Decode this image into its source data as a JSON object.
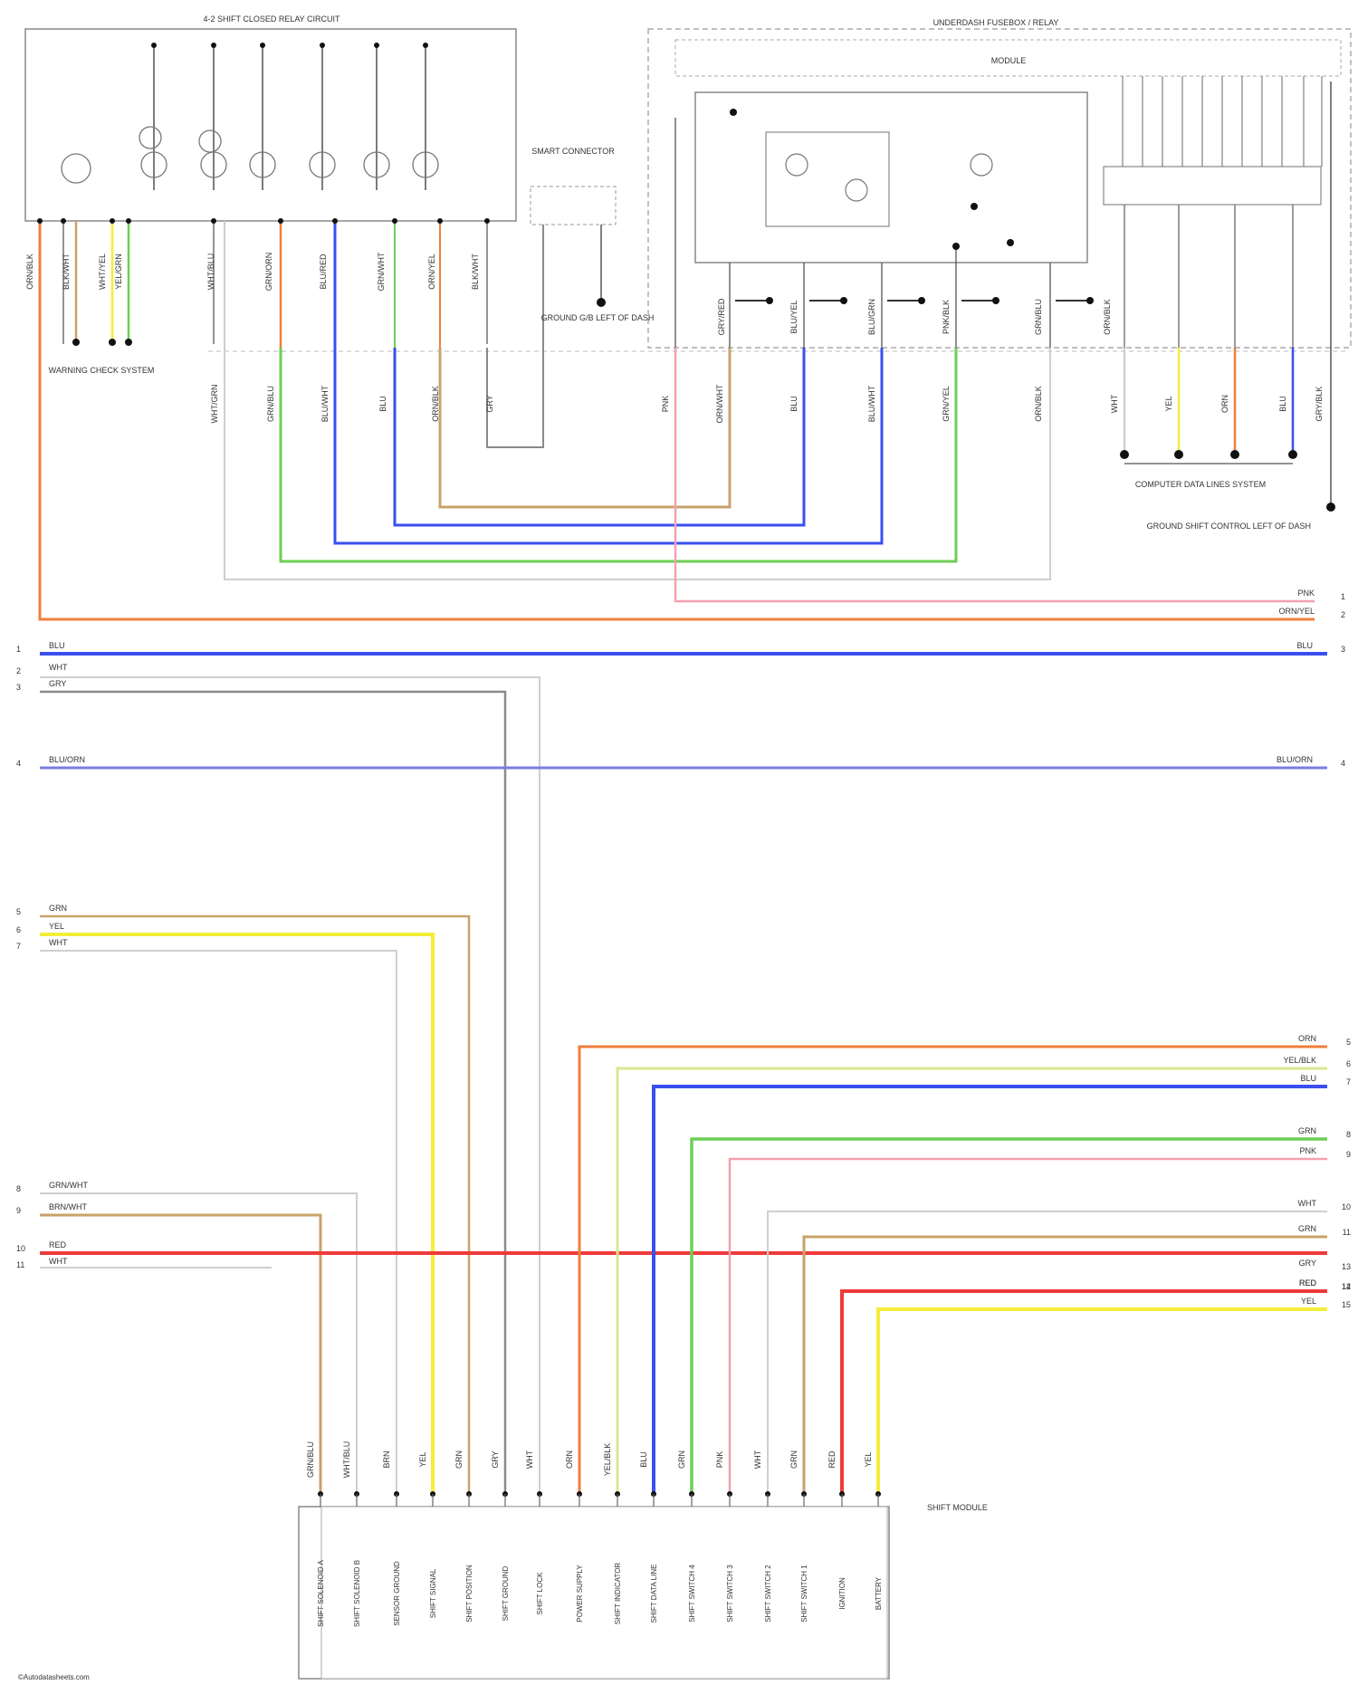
{
  "blocks": {
    "ip_left": "4-2 SHIFT CLOSED RELAY CIRCUIT",
    "ip_right": "UNDERDASH FUSEBOX / RELAY",
    "module_right": "MODULE",
    "smart_conn": "SMART CONNECTOR",
    "lower_module": "SHIFT MODULE"
  },
  "references": {
    "left_system": "WARNING CHECK SYSTEM",
    "smart_ground": "GROUND G/B LEFT OF DASH",
    "combo_system": "COMPUTER DATA LINES SYSTEM",
    "right_ground": "GROUND SHIFT CONTROL LEFT OF DASH"
  },
  "top_drops_left": {
    "labels": [
      "ORN/BLK",
      "BLK/WHT",
      "WHT/YEL",
      "YEL/GRN",
      "WHT/BLU",
      "GRN/ORN",
      "BLU/RED",
      "GRN/WHT",
      "ORN/YEL",
      "BLK/WHT"
    ]
  },
  "top_drops_mid": {
    "labels": [
      "GRY/RED",
      "BLU/YEL",
      "BLU/GRN",
      "PNK/BLK",
      "GRN/BLU",
      "ORN/BLK"
    ]
  },
  "mid_labels_left": {
    "labels": [
      "WHT/GRN",
      "GRN/BLU",
      "BLU/WHT",
      "BLU",
      "ORN/BLK",
      "GRY"
    ]
  },
  "mid_labels_right": {
    "labels": [
      "PNK",
      "ORN/WHT",
      "BLU",
      "BLU/WHT",
      "GRN/YEL",
      "ORN/BLK"
    ]
  },
  "rt_drop_labels": {
    "labels": [
      "WHT",
      "YEL",
      "ORN",
      "BLU",
      "GRY/BLK"
    ]
  },
  "right_bus_labels": {
    "labels": [
      "PNK",
      "ORN/YEL"
    ]
  },
  "harness": {
    "left": [
      {
        "pin": "1",
        "label": "BLU"
      },
      {
        "pin": "2",
        "label": "WHT"
      },
      {
        "pin": "3",
        "label": "GRY"
      },
      {
        "pin": "4",
        "label": "BLU/ORN"
      },
      {
        "pin": "5",
        "label": "GRN"
      },
      {
        "pin": "6",
        "label": "YEL"
      },
      {
        "pin": "7",
        "label": "WHT"
      },
      {
        "pin": "8",
        "label": "GRN/WHT"
      },
      {
        "pin": "9",
        "label": "BRN/WHT"
      },
      {
        "pin": "10",
        "label": "RED"
      },
      {
        "pin": "11",
        "label": "WHT"
      }
    ],
    "right_top": [
      {
        "pin": "1",
        "label": "PNK"
      },
      {
        "pin": "2",
        "label": "ORN/YEL"
      },
      {
        "pin": "3",
        "label": "BLU"
      },
      {
        "pin": "4",
        "label": "BLU/ORN"
      }
    ],
    "right_bottom": [
      {
        "pin": "5",
        "label": "ORN"
      },
      {
        "pin": "6",
        "label": "YEL/BLK"
      },
      {
        "pin": "7",
        "label": "BLU"
      },
      {
        "pin": "8",
        "label": "GRN"
      },
      {
        "pin": "9",
        "label": "PNK"
      },
      {
        "pin": "10",
        "label": "WHT"
      },
      {
        "pin": "11",
        "label": "GRN"
      },
      {
        "pin": "12",
        "label": "RED"
      },
      {
        "pin": "13",
        "label": "GRY"
      },
      {
        "pin": "14",
        "label": "RED"
      },
      {
        "pin": "15",
        "label": "YEL"
      }
    ]
  },
  "connector_pins": {
    "pins": [
      {
        "wire": "GRN/BLU",
        "name": "SHIFT SOLENOID A"
      },
      {
        "wire": "WHT/BLU",
        "name": "SHIFT SOLENOID B"
      },
      {
        "wire": "BRN",
        "name": "SENSOR GROUND"
      },
      {
        "wire": "YEL",
        "name": "SHIFT SIGNAL"
      },
      {
        "wire": "GRN",
        "name": "SHIFT POSITION"
      },
      {
        "wire": "GRY",
        "name": "SHIFT GROUND"
      },
      {
        "wire": "WHT",
        "name": "SHIFT LOCK"
      },
      {
        "wire": "ORN",
        "name": "POWER SUPPLY"
      },
      {
        "wire": "YEL/BLK",
        "name": "SHIFT INDICATOR"
      },
      {
        "wire": "BLU",
        "name": "SHIFT DATA LINE"
      },
      {
        "wire": "GRN",
        "name": "SHIFT SWITCH 4"
      },
      {
        "wire": "PNK",
        "name": "SHIFT SWITCH 3"
      },
      {
        "wire": "WHT",
        "name": "SHIFT SWITCH 2"
      },
      {
        "wire": "GRN",
        "name": "SHIFT SWITCH 1"
      },
      {
        "wire": "RED",
        "name": "IGNITION"
      },
      {
        "wire": "YEL",
        "name": "BATTERY"
      }
    ]
  },
  "footer": "©Autodatasheets.com",
  "colors": {
    "orange": "#f07f3c",
    "pink": "#f5a0b0",
    "blue": "#3a4ff0",
    "gray": "#8a8a8a",
    "slate": "#7a7ee0",
    "tan": "#c7a36a",
    "yellow": "#f4ee3a",
    "green": "#6ccf54",
    "ygreen": "#d7e890",
    "red": "#ef3a3a",
    "lightgray": "#cfcfcf",
    "black": "#000000"
  }
}
